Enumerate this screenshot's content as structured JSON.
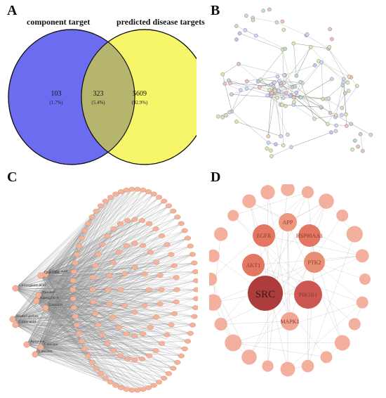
{
  "panels": {
    "a": {
      "letter": "A",
      "left_set_label": "component target",
      "right_set_label": "predicted disease targets",
      "left_only": {
        "count": "103",
        "percent": "(1.7%)"
      },
      "overlap": {
        "count": "323",
        "percent": "(5.4%)"
      },
      "right_only": {
        "count": "5609",
        "percent": "(92.9%)"
      },
      "colors": {
        "left": "#6b6cf0",
        "right": "#f7f56a",
        "overlap": "#b6b56e"
      }
    },
    "b": {
      "letter": "B"
    },
    "c": {
      "letter": "C",
      "component_labels": [
        "Ellagic acid",
        "Quercetin",
        "Chlorogenic acid",
        "Paeonol",
        "Kaempferol",
        "Luteolin",
        "Methyl gallate",
        "Gallic acid",
        "Apigenin",
        "Catechin",
        "Catechol"
      ],
      "colors": {
        "node": "#f3b39a",
        "edge": "#888888"
      }
    },
    "d": {
      "letter": "D",
      "hub_genes": [
        "SRC",
        "AKT1",
        "PIK3R1",
        "EGFR",
        "HSP90AA1",
        "PTK2",
        "APP",
        "MAPK1"
      ],
      "colors": {
        "hub": "#a62c2c",
        "mid": "#e26b55",
        "outer": "#f2a793"
      }
    }
  }
}
